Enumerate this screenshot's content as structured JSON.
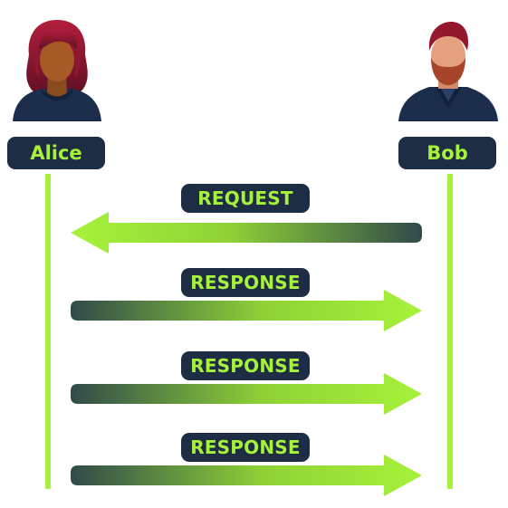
{
  "actors": {
    "left": {
      "name": "Alice"
    },
    "right": {
      "name": "Bob"
    }
  },
  "messages": [
    {
      "label": "REQUEST",
      "direction": "right-to-left"
    },
    {
      "label": "RESPONSE",
      "direction": "left-to-right"
    },
    {
      "label": "RESPONSE",
      "direction": "left-to-right"
    },
    {
      "label": "RESPONSE",
      "direction": "left-to-right"
    }
  ],
  "colors": {
    "accent": "#a6f23a",
    "label_bg": "#1e2c44",
    "arrow_dark": "#2f4a4a"
  }
}
